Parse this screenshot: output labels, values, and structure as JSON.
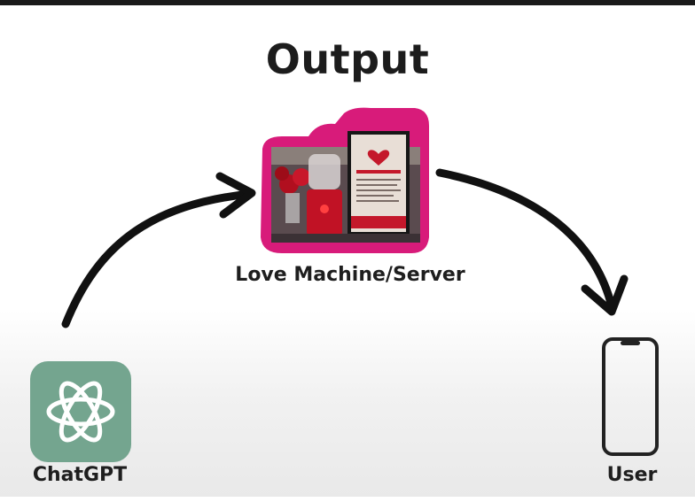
{
  "title": "Output",
  "nodes": {
    "server": {
      "label": "Love Machine/Server"
    },
    "chatgpt": {
      "label": "ChatGPT"
    },
    "user": {
      "label": "User"
    }
  },
  "colors": {
    "frame": "#d81b7a",
    "chatgpt_bg": "#74a58f",
    "arrow": "#111111",
    "sign_red": "#c4182b"
  },
  "icons": {
    "chatgpt": "openai-logo-icon",
    "user": "smartphone-icon"
  }
}
